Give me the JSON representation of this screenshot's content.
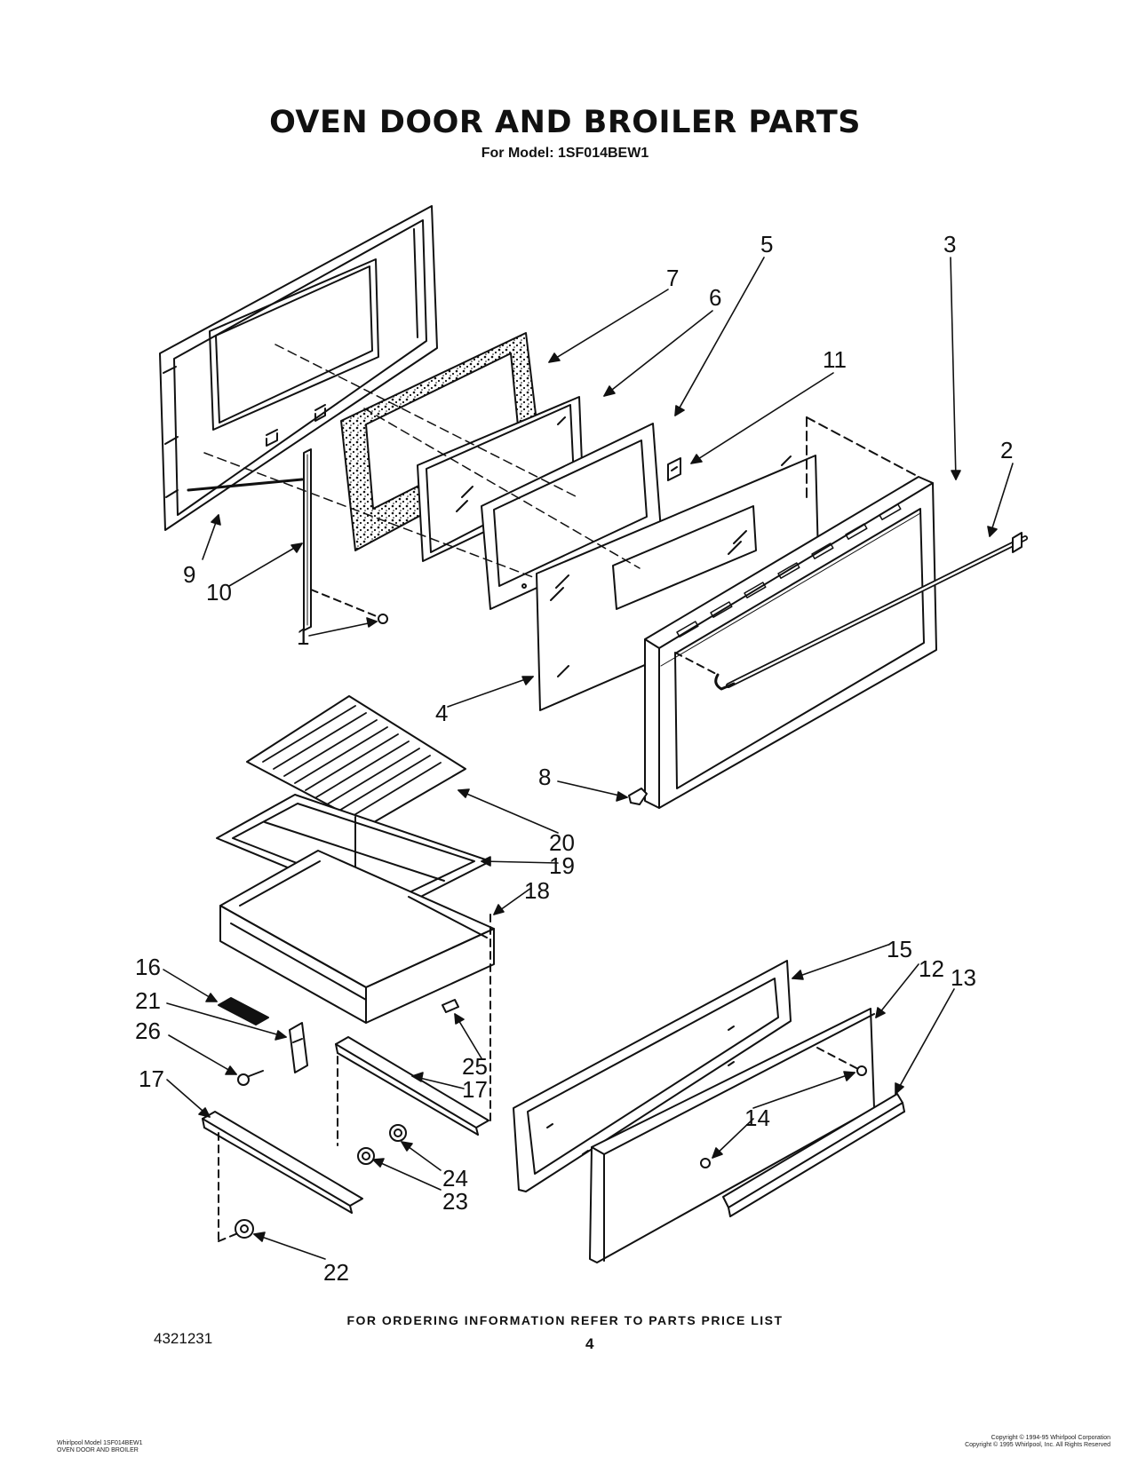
{
  "header": {
    "title": "OVEN DOOR AND BROILER PARTS",
    "subtitle": "For Model: 1SF014BEW1"
  },
  "callouts": {
    "c1": "1",
    "c2": "2",
    "c3": "3",
    "c4": "4",
    "c5": "5",
    "c6": "6",
    "c7": "7",
    "c8": "8",
    "c9": "9",
    "c10": "10",
    "c11": "11",
    "c12": "12",
    "c13": "13",
    "c14": "14",
    "c15": "15",
    "c16": "16",
    "c17a": "17",
    "c17b": "17",
    "c18": "18",
    "c19": "19",
    "c20": "20",
    "c21": "21",
    "c22": "22",
    "c23": "23",
    "c24": "24",
    "c25": "25",
    "c26": "26"
  },
  "footer": {
    "ordering_note": "FOR ORDERING INFORMATION REFER TO PARTS PRICE LIST",
    "part_code": "4321231",
    "page_number": "4",
    "small_left_1": "Whirlpool Model 1SF014BEW1",
    "small_left_2": "OVEN DOOR AND BROILER",
    "small_right_1": "Copyright © 1994-95 Whirlpool Corporation",
    "small_right_2": "Copyright © 1995 Whirlpool, Inc. All Rights Reserved"
  }
}
